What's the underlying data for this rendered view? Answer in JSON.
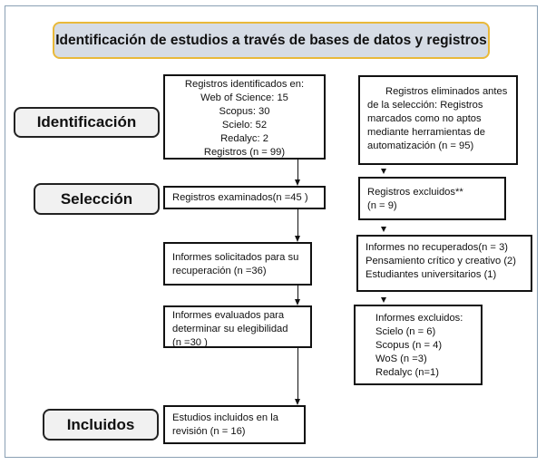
{
  "title": "Identificación de estudios a través de bases de datos y registros",
  "stages": {
    "identificacion": "Identificación",
    "seleccion": "Selección",
    "incluidos": "Incluidos"
  },
  "boxes": {
    "identified": [
      "Registros identificados en:",
      "Web of  Science: 15",
      "Scopus: 30",
      "Scielo: 52",
      "Redalyc: 2",
      "Registros (n = 99)"
    ],
    "removed": [
      "Registros eliminados antes",
      "de la selección: Registros",
      "marcados como no aptos",
      "mediante herramientas de",
      "automatización (n = 95)"
    ],
    "screened": [
      "Registros examinados(n =45 )"
    ],
    "excluded": [
      "Registros excluidos**",
      "(n = 9)"
    ],
    "sought": [
      "Informes solicitados para su",
      "recuperación (n =36)"
    ],
    "not_retrieved": [
      "Informes no recuperados(n = 3)",
      "Pensamiento crítico y creativo (2)",
      "Estudiantes universitarios (1)"
    ],
    "assessed": [
      "Informes evaluados para",
      "determinar su elegibilidad",
      "(n =30 )"
    ],
    "reports_excluded": [
      "Informes excluidos:",
      "Scielo (n = 6)",
      "Scopus (n = 4)",
      "WoS (n =3)",
      "Redalyc (n=1)"
    ],
    "included": [
      "Estudios incluidos en la",
      "revisión (n = 16)"
    ]
  }
}
